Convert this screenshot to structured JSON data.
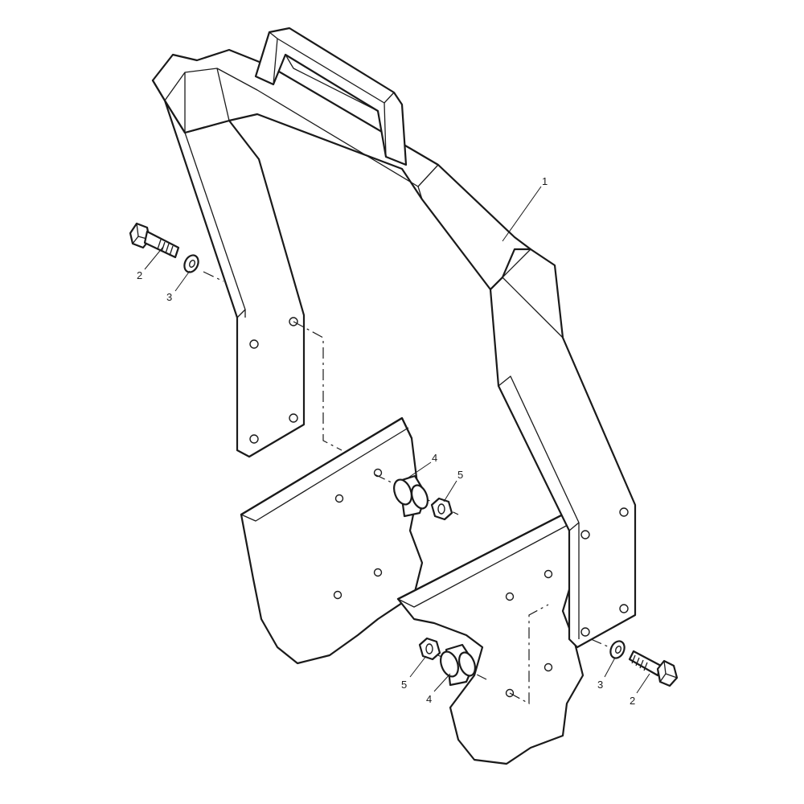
{
  "callouts": {
    "frame": "1",
    "bolt_left": "2",
    "washer_left": "3",
    "spacer_upper": "4",
    "nut_upper": "5",
    "nut_lower": "5",
    "spacer_lower": "4",
    "washer_right": "3",
    "bolt_right": "2"
  }
}
